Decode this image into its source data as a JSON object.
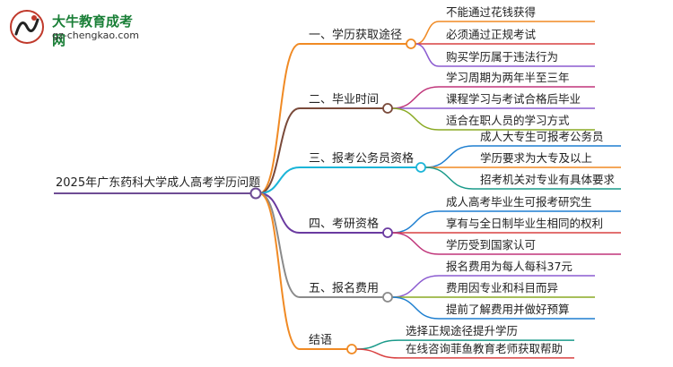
{
  "logo": {
    "name": "大牛教育成考网",
    "url": "gz-chengkao.com"
  },
  "root": {
    "label": "2025年广东药科大学成人高考学历问题"
  },
  "branches": [
    {
      "label": "一、学历获取途径",
      "color": "#F08A24",
      "leaves": [
        {
          "label": "不能通过花钱获得",
          "color": "#F08A24"
        },
        {
          "label": "必须通过正规考试",
          "color": "#D94040"
        },
        {
          "label": "购买学历属于违法行为",
          "color": "#8B5BD0"
        }
      ]
    },
    {
      "label": "二、毕业时间",
      "color": "#7A4A3A",
      "leaves": [
        {
          "label": "学习周期为两年半至三年",
          "color": "#C0357A"
        },
        {
          "label": "课程学习与考试合格后毕业",
          "color": "#8B5BD0"
        },
        {
          "label": "适合在职人员的学习方式",
          "color": "#8AAA24"
        }
      ]
    },
    {
      "label": "三、报考公务员资格",
      "color": "#1BB5D8",
      "leaves": [
        {
          "label": "成人大专生可报考公务员",
          "color": "#1E7FD0"
        },
        {
          "label": "学历要求为大专及以上",
          "color": "#F08A24"
        },
        {
          "label": "招考机关对专业有具体要求",
          "color": "#1A9A8A"
        }
      ]
    },
    {
      "label": "四、考研资格",
      "color": "#6A3AA0",
      "leaves": [
        {
          "label": "成人高考毕业生可报考研究生",
          "color": "#1E7FD0"
        },
        {
          "label": "享有与全日制毕业生相同的权利",
          "color": "#D94040"
        },
        {
          "label": "学历受到国家认可",
          "color": "#C0357A"
        }
      ]
    },
    {
      "label": "五、报名费用",
      "color": "#8A8A8A",
      "leaves": [
        {
          "label": "报名费用为每人每科37元",
          "color": "#8B5BD0"
        },
        {
          "label": "费用因专业和科目而异",
          "color": "#8AAA24"
        },
        {
          "label": "提前了解费用并做好预算",
          "color": "#1E7FD0"
        }
      ]
    },
    {
      "label": "结语",
      "color": "#F08A24",
      "leaves": [
        {
          "label": "选择正规途径提升学历",
          "color": "#1A9A8A"
        },
        {
          "label": "在线咨询菲鱼教育老师获取帮助",
          "color": "#D94040"
        }
      ]
    }
  ]
}
